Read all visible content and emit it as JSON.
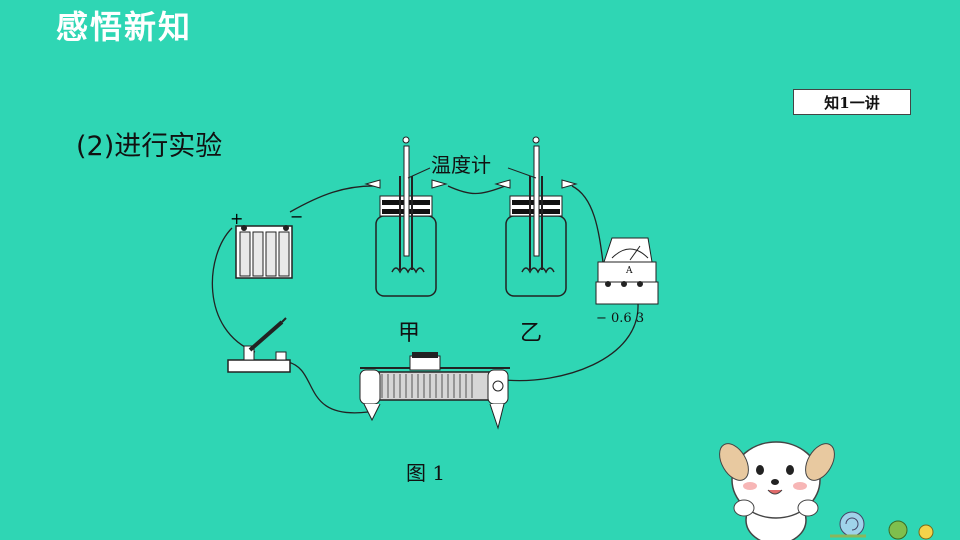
{
  "slide": {
    "title": "感悟新知",
    "badge": "知1一讲",
    "step_heading": "(2)进行实验"
  },
  "figure": {
    "thermometer_label": "温度计",
    "battery_plus": "+",
    "battery_minus": "−",
    "jar_left_label": "甲",
    "jar_right_label": "乙",
    "ammeter_terminals": "− 0.6  3",
    "ammeter_letter": "A",
    "caption": "图 1"
  }
}
